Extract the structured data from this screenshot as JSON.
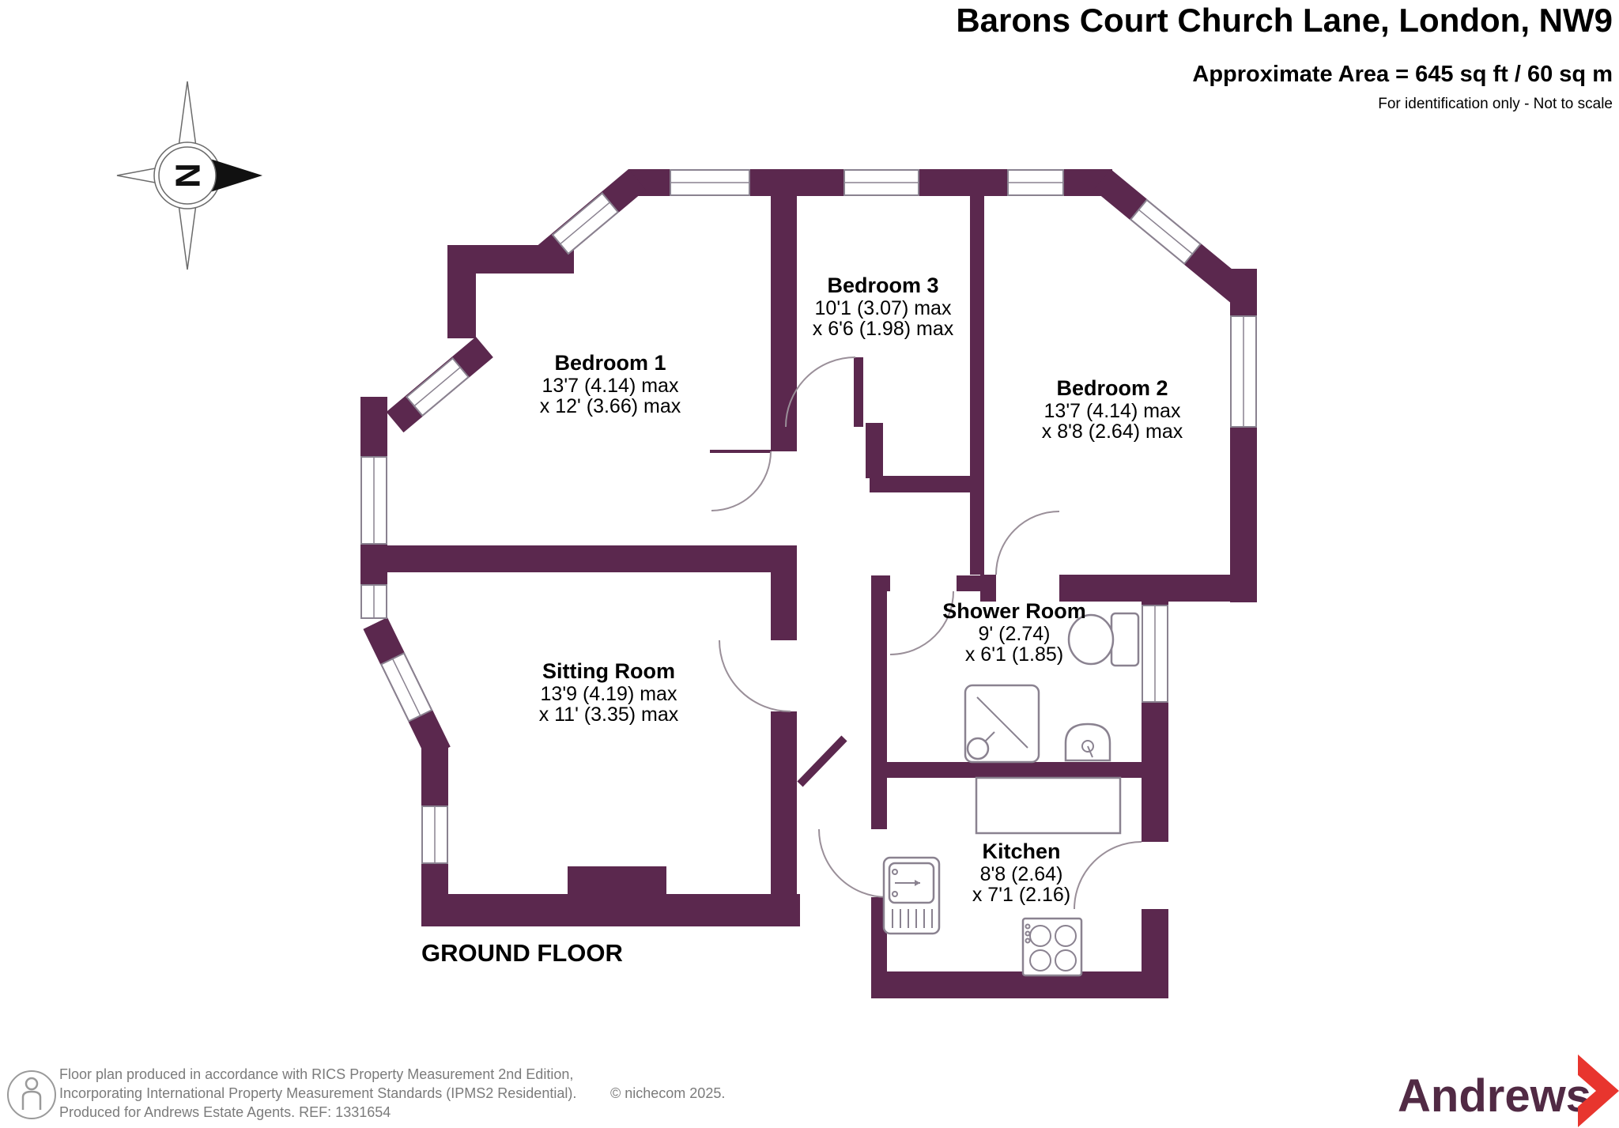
{
  "header": {
    "title": "Barons Court Church Lane, London, NW9",
    "area": "Approximate Area = 645 sq ft / 60 sq m",
    "note": "For identification only - Not to scale"
  },
  "floor_label": "GROUND FLOOR",
  "compass": {
    "north_letter": "N"
  },
  "rooms": [
    {
      "name": "Bedroom 1",
      "dim1": "13'7 (4.14) max",
      "dim2": "x 12' (3.66) max"
    },
    {
      "name": "Bedroom 3",
      "dim1": "10'1 (3.07) max",
      "dim2": "x 6'6 (1.98) max"
    },
    {
      "name": "Bedroom 2",
      "dim1": "13'7 (4.14) max",
      "dim2": "x 8'8 (2.64) max"
    },
    {
      "name": "Sitting Room",
      "dim1": "13'9 (4.19) max",
      "dim2": "x 11' (3.35) max"
    },
    {
      "name": "Shower Room",
      "dim1": "9' (2.74)",
      "dim2": "x 6'1 (1.85)"
    },
    {
      "name": "Kitchen",
      "dim1": "8'8 (2.64)",
      "dim2": "x 7'1 (2.16)"
    }
  ],
  "footer": {
    "line1": "Floor plan produced in accordance with RICS Property Measurement 2nd Edition,",
    "line2": "Incorporating International Property Measurement Standards (IPMS2 Residential).",
    "copyright": "© nichecom 2025.",
    "line3": "Produced for Andrews Estate Agents.   REF: 1331654",
    "brand": "Andrews"
  },
  "colors": {
    "wall": "#5b284e",
    "fixture_stroke": "#8a8290",
    "brand_plum": "#512a44",
    "brand_red": "#e8352e"
  }
}
